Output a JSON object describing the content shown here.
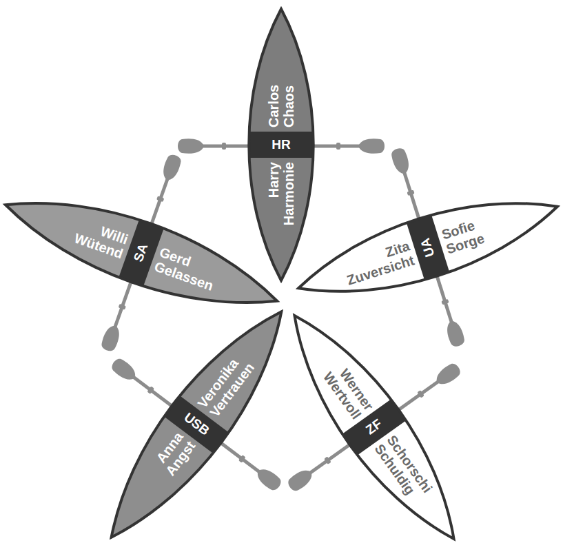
{
  "diagram": {
    "nodes": [
      {
        "text": [
          "Carlos Chaos",
          "HR",
          "Harry Harmonie"
        ]
      },
      {
        "text": [
          "Willi Wütend",
          "SA",
          "Gerd Gelassen"
        ]
      },
      {
        "text": [
          "Zita Zuversicht",
          "UA",
          "Sofie Sorge"
        ]
      },
      {
        "text": [
          "Veronika Vertrauen",
          "USB",
          "Anna Angst"
        ]
      },
      {
        "text": [
          "Werner Wertvoll",
          "ZF",
          "Schorschi Schuldig"
        ]
      }
    ]
  }
}
